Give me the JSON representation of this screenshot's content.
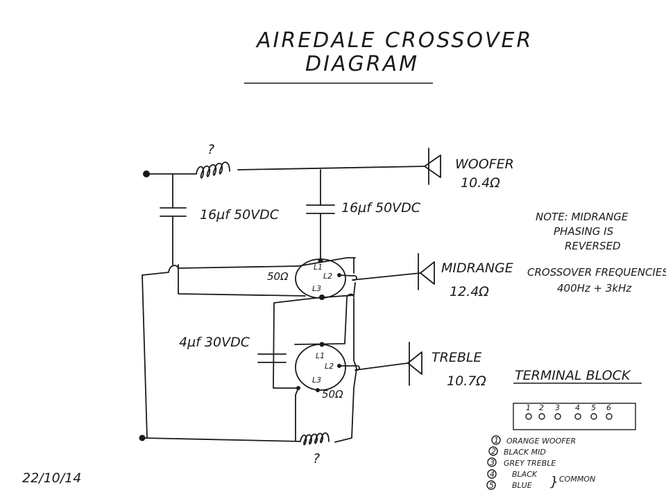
{
  "title": {
    "line1": "AIREDALE CROSSOVER",
    "line2": "DIAGRAM"
  },
  "components": {
    "inductor_top_mark": "?",
    "inductor_bottom_mark": "?",
    "cap1": "16µf 50VDC",
    "cap2": "16µf 50VDC",
    "cap3": "4µf 30VDC",
    "lpad1": {
      "value": "50Ω",
      "t1": "L1",
      "t2": "L2",
      "t3": "L3"
    },
    "lpad2": {
      "value": "50Ω",
      "t1": "L1",
      "t2": "L2",
      "t3": "L3"
    }
  },
  "speakers": {
    "woofer": {
      "name": "WOOFER",
      "impedance": "10.4Ω"
    },
    "midrange": {
      "name": "MIDRANGE",
      "impedance": "12.4Ω"
    },
    "treble": {
      "name": "TREBLE",
      "impedance": "10.7Ω"
    }
  },
  "note": {
    "line1": "NOTE: MIDRANGE",
    "line2": "PHASING IS",
    "line3": "REVERSED",
    "line4": "CROSSOVER FREQUENCIES",
    "line5": "400Hz + 3kHz"
  },
  "terminal_block": {
    "title": "TERMINAL BLOCK",
    "numbers": [
      "1",
      "2",
      "3",
      "4",
      "5",
      "6"
    ]
  },
  "legend": {
    "items": [
      {
        "num": "1",
        "text": "ORANGE WOOFER"
      },
      {
        "num": "2",
        "text": "BLACK MID"
      },
      {
        "num": "3",
        "text": "GREY TREBLE"
      },
      {
        "num": "4",
        "text": "BLACK"
      },
      {
        "num": "5",
        "text": "BLUE"
      }
    ],
    "common_label": "COMMON"
  },
  "date": "22/10/14"
}
